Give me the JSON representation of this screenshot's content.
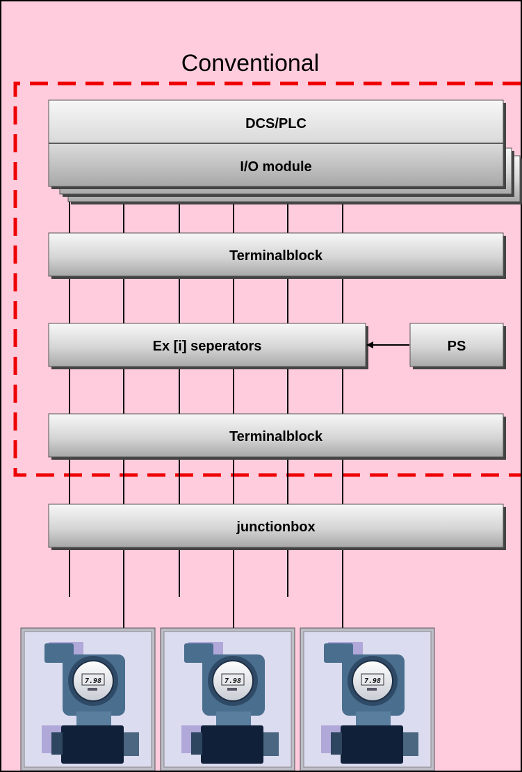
{
  "title": "Conventional",
  "blocks": {
    "dcs": "DCS/PLC",
    "io": "I/O module",
    "terminal_top": "Terminalblock",
    "separators": "Ex [i] seperators",
    "ps": "PS",
    "terminal_bottom": "Terminalblock",
    "junction": "junctionbox"
  },
  "devices": [
    {
      "reading": "7.98"
    },
    {
      "reading": "7.98"
    },
    {
      "reading": "7.98"
    }
  ],
  "colors": {
    "background": "#ffccdd",
    "boundary": "#ee0000",
    "block_light": "#f4f4f4",
    "block_dark": "#aeaeae",
    "device_panel": "#dcdcf0",
    "transmitter_body": "#4a6e8e",
    "transmitter_base": "#102038"
  }
}
